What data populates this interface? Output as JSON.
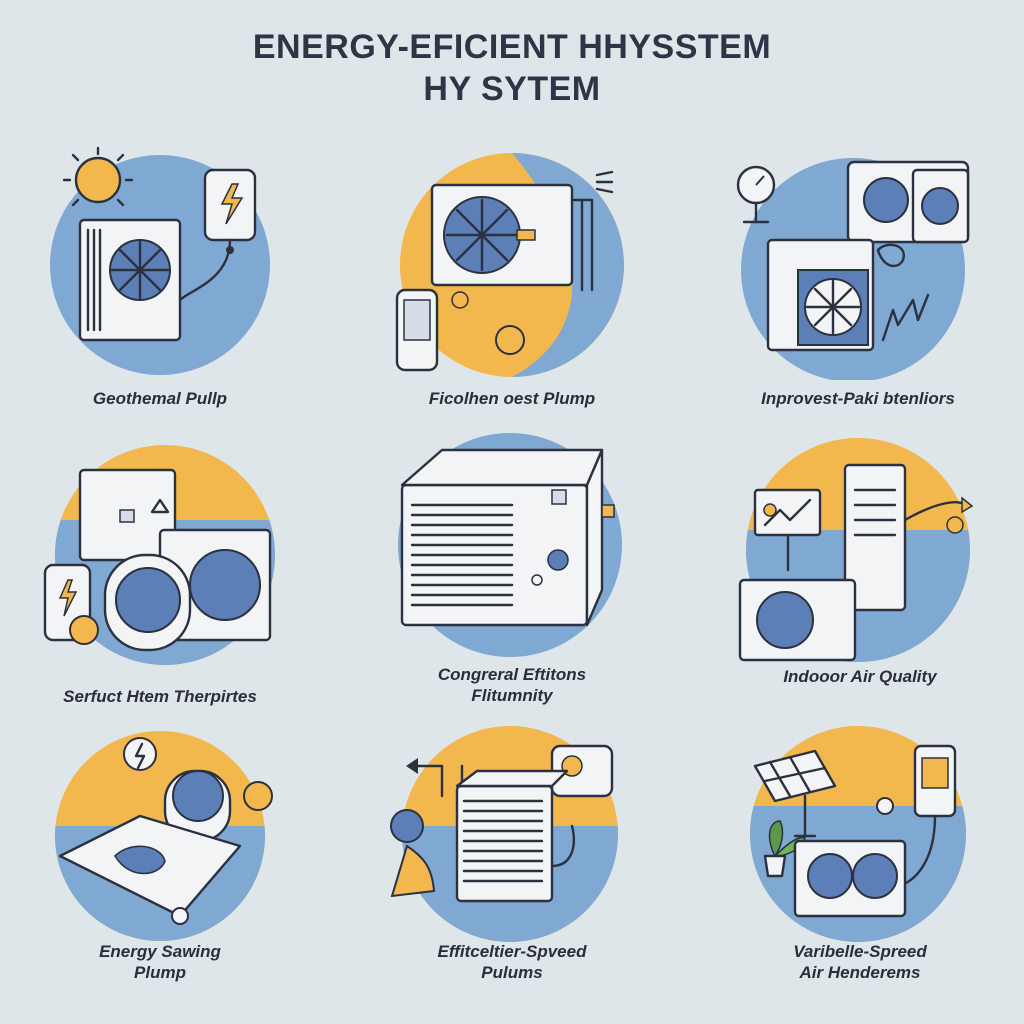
{
  "header": {
    "title_line1": "ENERGY-EFICIENT HHYSSTEM",
    "title_line2": "HY SYTEM"
  },
  "colors": {
    "background": "#dfe6ea",
    "blue": "#7fa9d2",
    "yellow": "#f2b84e",
    "fan_blue": "#5c7fb8",
    "ink": "#2c3140"
  },
  "panels": [
    {
      "caption": "Geothemal Pullp",
      "icon": "heat-pump-unit-icon"
    },
    {
      "caption": "Ficolhen oest Plump",
      "icon": "split-ac-unit-icon"
    },
    {
      "caption": "Inprovest-Paki btenliors",
      "icon": "hvac-monitoring-icon"
    },
    {
      "caption": "Serfuct Htem Therpirtes",
      "icon": "boiler-fan-unit-icon"
    },
    {
      "caption_line1": "Congreral Eftitons",
      "caption_line2": "Flitumnity",
      "icon": "condenser-unit-icon"
    },
    {
      "caption": "Indooor Air Quality",
      "icon": "air-quality-unit-icon"
    },
    {
      "caption_line1": "Energy Sawing",
      "caption_line2": "Plump",
      "icon": "energy-saving-pump-icon"
    },
    {
      "caption_line1": "Effitceltier-Spveed",
      "caption_line2": "Pulums",
      "icon": "variable-speed-pump-icon"
    },
    {
      "caption_line1": "Varibelle-Spreed",
      "caption_line2": "Air Henderems",
      "icon": "solar-air-handler-icon"
    }
  ]
}
